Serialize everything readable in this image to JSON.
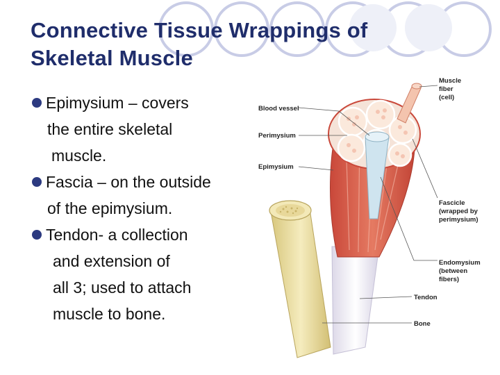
{
  "slide": {
    "title_line1": "Connective Tissue Wrappings of",
    "title_line2": "Skeletal Muscle",
    "bullets": [
      {
        "lines": [
          "Epimysium – covers",
          "the entire skeletal",
          "muscle."
        ]
      },
      {
        "lines": [
          "Fascia – on the outside",
          "of the epimysium."
        ]
      },
      {
        "lines": [
          "Tendon- a collection",
          "and extension of",
          "all 3; used to attach",
          "muscle to bone."
        ]
      }
    ]
  },
  "diagram": {
    "labels": {
      "blood_vessel": "Blood vessel",
      "perimysium": "Perimysium",
      "epimysium": "Epimysium",
      "muscle_fiber": [
        "Muscle",
        "fiber",
        "(cell)"
      ],
      "fascicle": [
        "Fascicle",
        "(wrapped by",
        "perimysium)"
      ],
      "endomysium": [
        "Endomysium",
        "(between",
        "fibers)"
      ],
      "tendon": "Tendon",
      "bone": "Bone"
    }
  },
  "colors": {
    "title": "#1f2d6b",
    "bullet": "#2c3a80",
    "decor_circle": "#c8cce6",
    "muscle": "#d9624e",
    "bone": "#efe3a6"
  }
}
